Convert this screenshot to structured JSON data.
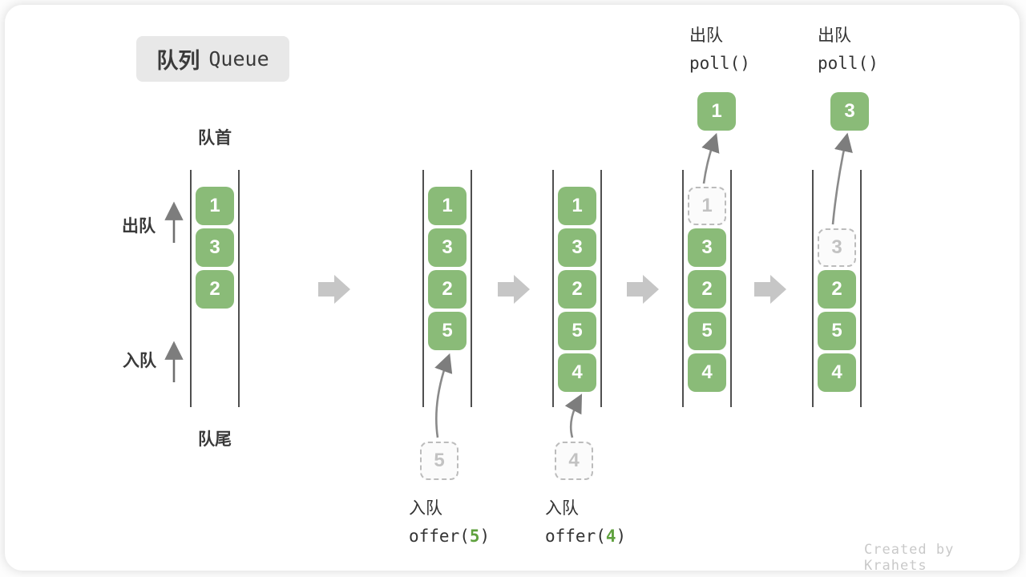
{
  "title": {
    "zh": "队列",
    "en": "Queue"
  },
  "side_labels": {
    "front": "队首",
    "rear": "队尾",
    "dequeue": "出队",
    "enqueue": "入队"
  },
  "columns": {
    "state1": {
      "items": [
        "1",
        "3",
        "2"
      ]
    },
    "state2": {
      "items": [
        "1",
        "3",
        "2",
        "5"
      ],
      "incoming": "5"
    },
    "state3": {
      "items": [
        "1",
        "3",
        "2",
        "5",
        "4"
      ],
      "incoming": "4"
    },
    "state4": {
      "ghost": "1",
      "items": [
        "3",
        "2",
        "5",
        "4"
      ],
      "popped": "1"
    },
    "state5": {
      "ghost": "3",
      "items": [
        "2",
        "5",
        "4"
      ],
      "popped": "3"
    }
  },
  "operations": {
    "enqueue1": {
      "label": "入队",
      "fn_open": "offer(",
      "arg": "5",
      "fn_close": ")"
    },
    "enqueue2": {
      "label": "入队",
      "fn_open": "offer(",
      "arg": "4",
      "fn_close": ")"
    },
    "dequeue1": {
      "label": "出队",
      "fn": "poll()"
    },
    "dequeue2": {
      "label": "出队",
      "fn": "poll()"
    }
  },
  "watermark": "Created by Krahets",
  "colors": {
    "box_green": "#8abb78",
    "accent_green": "#5fa13e",
    "block_arrow_gray": "#c6c6c6",
    "thin_arrow_gray": "#7d7d7d",
    "title_bg": "#e8e8e8"
  }
}
